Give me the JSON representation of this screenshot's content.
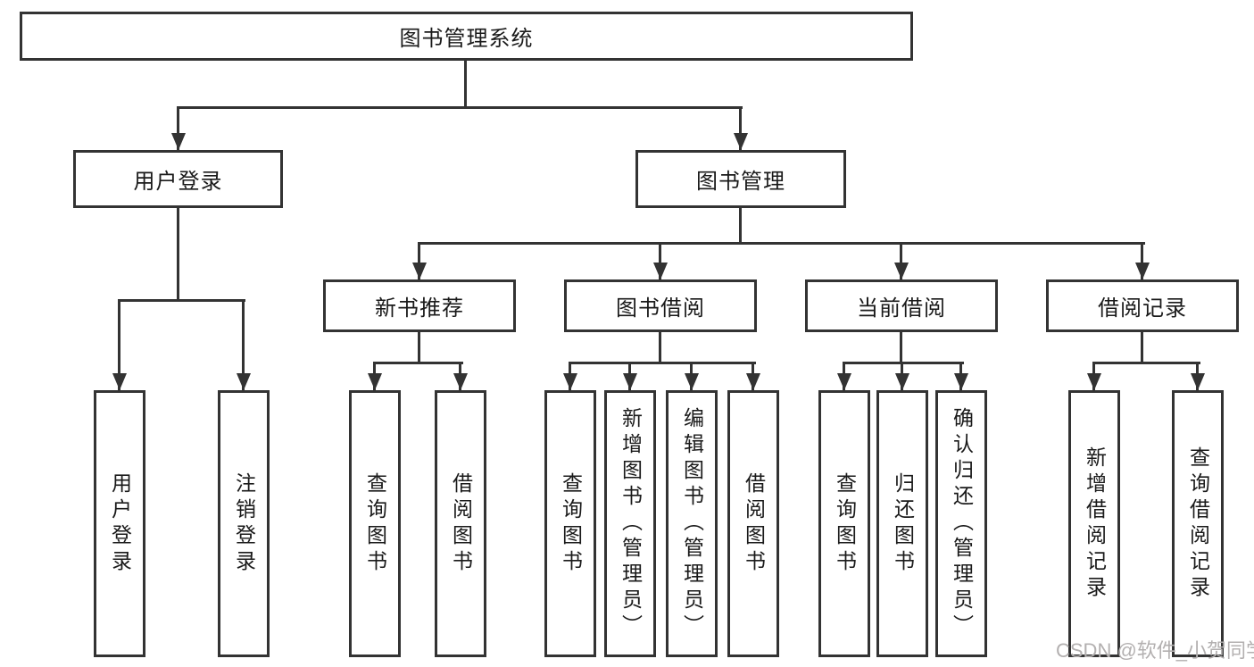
{
  "diagram": {
    "root": {
      "label": "图书管理系统"
    },
    "level2": [
      {
        "label": "用户登录"
      },
      {
        "label": "图书管理"
      }
    ],
    "level3": [
      {
        "label": "新书推荐"
      },
      {
        "label": "图书借阅"
      },
      {
        "label": "当前借阅"
      },
      {
        "label": "借阅记录"
      }
    ],
    "leaves": {
      "user_login": [
        "用户登录",
        "注销登录"
      ],
      "new_book_recommend": [
        "查询图书",
        "借阅图书"
      ],
      "book_borrow": [
        "查询图书",
        "新增图书（管理员）",
        "编辑图书（管理员）",
        "借阅图书"
      ],
      "current_borrow": [
        "查询图书",
        "归还图书",
        "确认归还（管理员）"
      ],
      "borrow_records": [
        "新增借阅记录",
        "查询借阅记录"
      ]
    },
    "colors": {
      "line": "#333333",
      "text": "#1a1a1a",
      "background": "#ffffff",
      "watermark": "#b3b0b0"
    }
  },
  "watermark": {
    "text": "CSDN @软件_小贺同学"
  }
}
